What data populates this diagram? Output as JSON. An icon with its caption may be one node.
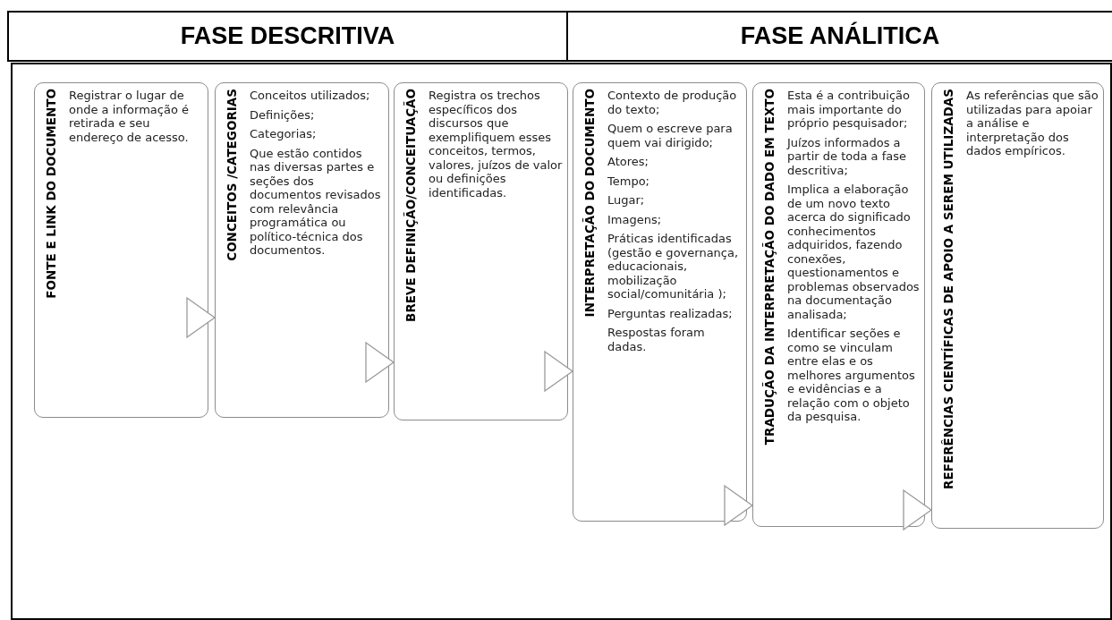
{
  "diagram": {
    "nodes": [
      {
        "text": [
          "FASE DESCRITIVA"
        ]
      },
      {
        "text": [
          "FASE ANÁLITICA"
        ]
      },
      {
        "text": [
          "FONTE E LINK DO DOCUMENTO",
          "Registrar o lugar de onde a informação é retirada e seu endereço de acesso."
        ]
      },
      {
        "text": [
          "CONCEITOS /CATEGORIAS",
          "Conceitos utilizados;",
          "Definições;",
          "Categorias;",
          "Que estão contidos nas diversas partes e seções dos documentos revisados com relevância programática ou político-técnica dos documentos."
        ]
      },
      {
        "text": [
          "BREVE DEFINIÇÃO/CONCEITUAÇÃO",
          "Registra os trechos específicos dos discursos que exemplifiquem esses conceitos, termos, valores, juízos de valor ou definições identificadas."
        ]
      },
      {
        "text": [
          "INTERPRETAÇÃO DO DOCUMENTO",
          "Contexto de produção do texto;",
          "Quem o escreve para quem vai dirigido;",
          "Atores;",
          "Tempo;",
          "Lugar;",
          "Imagens;",
          "Práticas identificadas (gestão e governança, educacionais, mobilização social/comunitária );",
          "Perguntas realizadas;",
          "Respostas foram dadas."
        ]
      },
      {
        "text": [
          "TRADUÇÃO DA INTERPRETAÇÃO DO DADO EM TEXTO",
          "Esta é a contribuição mais importante do próprio pesquisador;",
          "Juízos informados a partir de toda a fase descritiva;",
          "Implica a elaboração de um novo texto acerca do significado conhecimentos adquiridos, fazendo conexões, questionamentos e problemas observados na documentação analisada;",
          "Identificar seções e como se vinculam entre elas e os melhores argumentos e evidências e a relação com o objeto da pesquisa."
        ]
      },
      {
        "text": [
          "REFERÊNCIAS CIENTÍFICAS DE APOIO A SEREM UTILIZADAS",
          "As referências que são utilizadas para apoiar a análise e interpretação dos dados empíricos."
        ]
      }
    ],
    "edges": [
      {
        "from": 2,
        "to": 3,
        "arrow": "to"
      },
      {
        "from": 3,
        "to": 4,
        "arrow": "to"
      },
      {
        "from": 4,
        "to": 5,
        "arrow": "to"
      },
      {
        "from": 5,
        "to": 6,
        "arrow": "to"
      },
      {
        "from": 6,
        "to": 7,
        "arrow": "to"
      }
    ]
  }
}
